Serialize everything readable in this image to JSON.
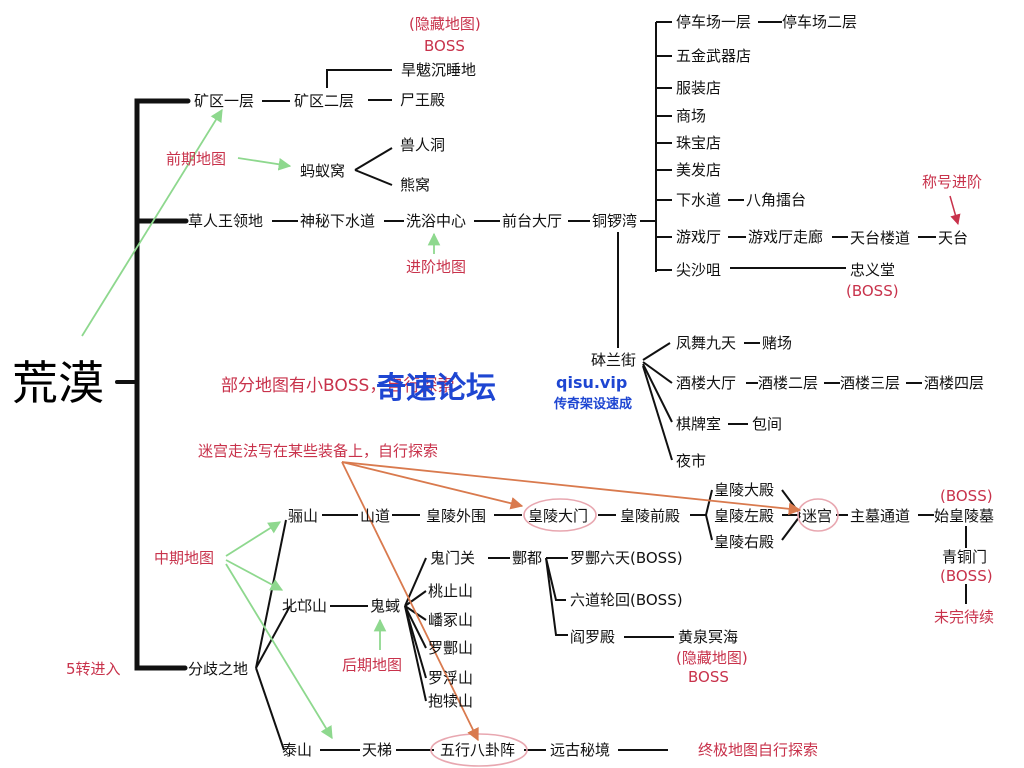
{
  "root": "荒漠",
  "watermark": {
    "brand": "奇速论坛",
    "url": "qisu.vip",
    "slogan": "传奇架设速成"
  },
  "nodes": {
    "mine1": "矿区一层",
    "mine2": "矿区二层",
    "drought": "旱魃沉睡地",
    "corpse": "尸王殿",
    "hidden1": "(隐藏地图)",
    "boss1": "BOSS",
    "early": "前期地图",
    "ant": "蚂蚁窝",
    "orc": "兽人洞",
    "bear": "熊窝",
    "grass": "草人王领地",
    "sewer": "神秘下水道",
    "bath": "洗浴中心",
    "lobby": "前台大厅",
    "advmap": "进阶地图",
    "bay": "铜锣湾",
    "park1": "停车场一层",
    "park2": "停车场二层",
    "hardware": "五金武器店",
    "clothes": "服装店",
    "mall": "商场",
    "jewel": "珠宝店",
    "salon": "美发店",
    "drain": "下水道",
    "octagon": "八角擂台",
    "arcade": "游戏厅",
    "corridor": "游戏厅走廊",
    "roofstair": "天台楼道",
    "roof": "天台",
    "title": "称号进阶",
    "tst": "尖沙咀",
    "loyal": "忠义堂",
    "boss2": "(BOSS)",
    "lan": "砵兰街",
    "phoenix": "凤舞九天",
    "casino": "赌场",
    "bar1": "酒楼大厅",
    "bar2": "酒楼二层",
    "bar3": "酒楼三层",
    "bar4": "酒楼四层",
    "chess": "棋牌室",
    "room": "包间",
    "night": "夜市",
    "note1": "部分地图有小BOSS，自行探索",
    "maze": "迷宫走法写在某些装备上，自行探索",
    "li": "骊山",
    "road": "山道",
    "outer": "皇陵外围",
    "gate": "皇陵大门",
    "front": "皇陵前殿",
    "hall": "皇陵大殿",
    "left": "皇陵左殿",
    "right": "皇陵右殿",
    "mg": "迷宫",
    "tomb": "主墓通道",
    "qin": "始皇陵墓",
    "boss3": "(BOSS)",
    "bronze": "青铜门",
    "boss4": "(BOSS)",
    "unfinished": "未完待续",
    "mid": "中期地图",
    "beimang": "北邙山",
    "ghost": "鬼蜮",
    "late": "后期地图",
    "guimen": "鬼门关",
    "fengdu": "酆都",
    "six": "罗酆六天(BOSS)",
    "cycle": "六道轮回(BOSS)",
    "yama": "阎罗殿",
    "huang": "黄泉冥海",
    "hidden2": "(隐藏地图)",
    "boss5": "BOSS",
    "taozhi": "桃止山",
    "bozhong": "嶓冢山",
    "luofeng": "罗酆山",
    "luofu": "罗浮山",
    "baodu": "抱犊山",
    "reborn": "5转进入",
    "fork": "分歧之地",
    "tai": "泰山",
    "ladder": "天梯",
    "wuxing": "五行八卦阵",
    "ancient": "远古秘境",
    "final": "终极地图自行探索"
  },
  "colors": {
    "line": "#111111",
    "accent": "#c8324b",
    "arrow_green": "#8ed88e",
    "arrow_orange": "#d97a4e",
    "ellipse": "#e8a7b0",
    "watermark": "#1e46d2"
  }
}
